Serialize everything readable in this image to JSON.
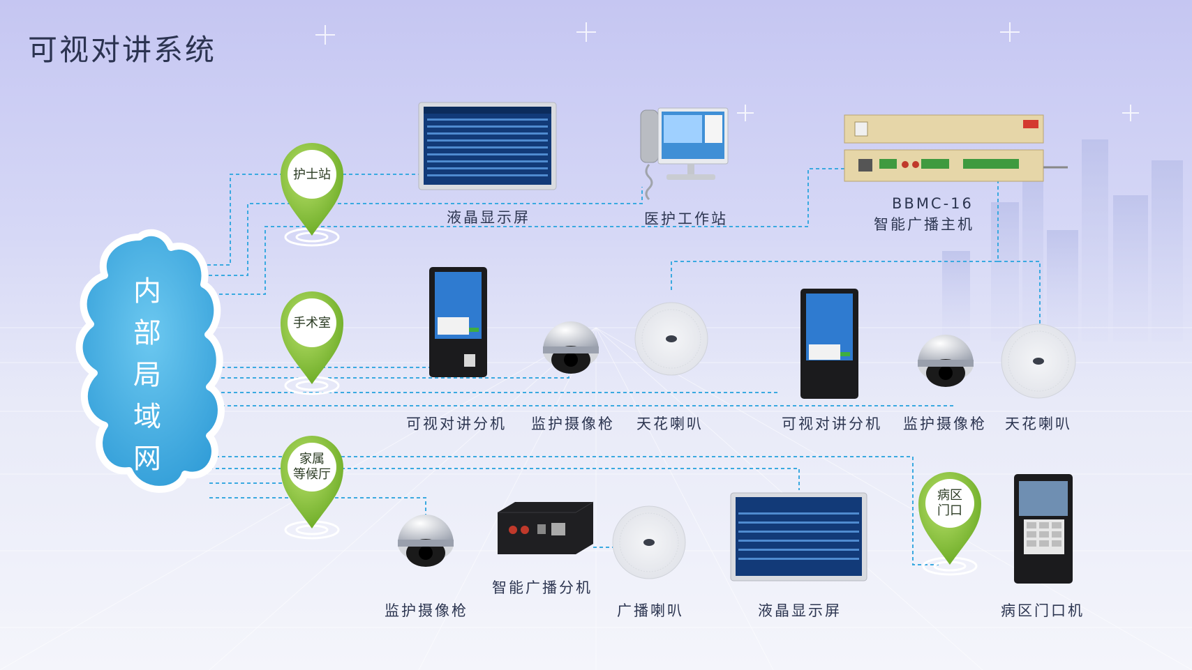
{
  "title": "可视对讲系统",
  "network": {
    "chars": [
      "内",
      "部",
      "局",
      "域",
      "网"
    ]
  },
  "zones": [
    {
      "id": "nurse",
      "lines": [
        "护士站"
      ]
    },
    {
      "id": "surgery",
      "lines": [
        "手术室"
      ]
    },
    {
      "id": "family",
      "lines": [
        "家属",
        "等候厅"
      ]
    },
    {
      "id": "ward",
      "lines": [
        "病区",
        "门口"
      ]
    }
  ],
  "devices": {
    "nurse_lcd": "液晶显示屏",
    "workstation": "医护工作站",
    "host_model": "BBMC-16",
    "host_name": "智能广播主机",
    "surg_intercom_1": "可视对讲分机",
    "surg_camera_1": "监护摄像枪",
    "surg_speaker_1": "天花喇叭",
    "surg_intercom_2": "可视对讲分机",
    "surg_camera_2": "监护摄像枪",
    "surg_speaker_2": "天花喇叭",
    "fam_camera": "监护摄像枪",
    "fam_amp": "智能广播分机",
    "fam_speaker": "广播喇叭",
    "fam_lcd": "液晶显示屏",
    "ward_door": "病区门口机"
  },
  "colors": {
    "accent_green": "#8cc63f",
    "cloud_blue": "#4fb3e3",
    "line_blue": "#3aa9e0"
  }
}
